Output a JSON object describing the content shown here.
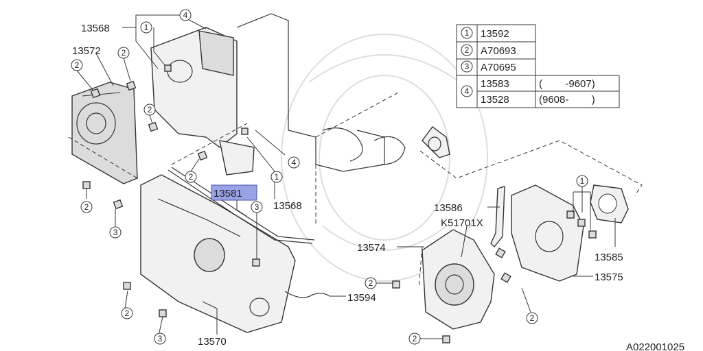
{
  "diagram": {
    "code": "A022001025",
    "legend": [
      {
        "callout": "1",
        "part": "13592",
        "note": ""
      },
      {
        "callout": "2",
        "part": "A70693",
        "note": ""
      },
      {
        "callout": "3",
        "part": "A70695",
        "note": ""
      },
      {
        "callout": "4",
        "part": "13583",
        "note": "(        -9607)"
      },
      {
        "callout": "",
        "part": "13528",
        "note": "(9608-        )"
      }
    ],
    "part_labels": {
      "p13568_top": "13568",
      "p13572": "13572",
      "p13581": "13581",
      "p13568_mid": "13568",
      "p13586": "13586",
      "pK51701X": "K51701X",
      "p13574": "13574",
      "p13585": "13585",
      "p13575": "13575",
      "p13594": "13594",
      "p13570": "13570"
    },
    "callouts": {
      "c1": "1",
      "c2": "2",
      "c3": "3",
      "c4": "4"
    }
  }
}
